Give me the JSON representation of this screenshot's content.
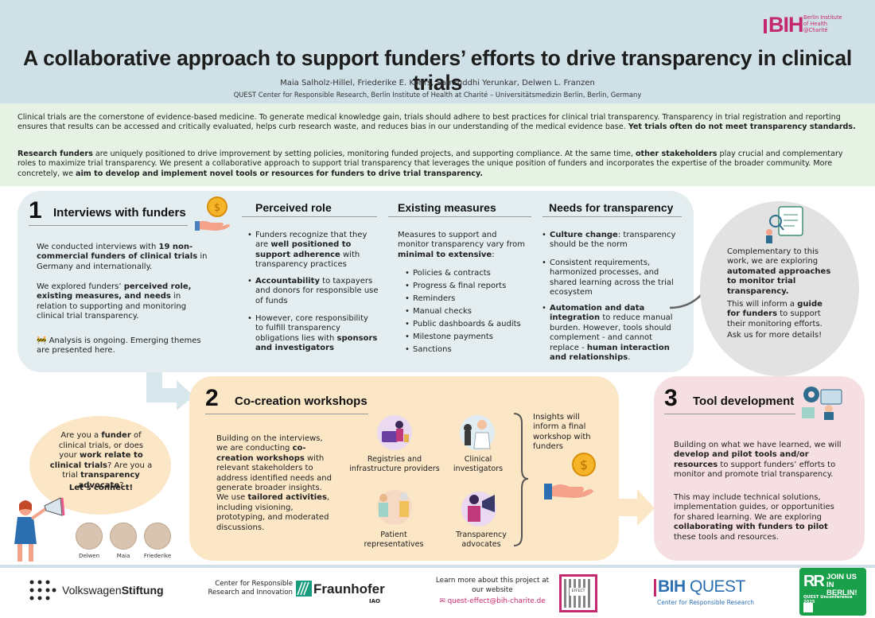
{
  "header": {
    "title": "A collaborative approach to support funders’ efforts to drive transparency in clinical trials",
    "authors": "Maia Salholz-Hillel, Friederike E. Kohrs, Samruddhi Yerunkar, Delwen L. Franzen",
    "affiliation": "QUEST Center for Responsible Research, Berlin Institute of Health at Charité – Universitätsmedizin Berlin, Berlin, Germany",
    "logo_word": "BIH",
    "logo_sub": [
      "Berlin Institute",
      "of Health",
      "@Charité"
    ]
  },
  "intro": {
    "p1": "Clinical trials are the cornerstone of evidence-based medicine. To generate medical knowledge gain, trials should adhere to best practices for clinical trial transparency. Transparency in trial registration and reporting ensures that results can be accessed and critically evaluated, helps curb research waste, and reduces bias in our understanding of the medical evidence base.",
    "p1_bold": "Yet trials often do not meet transparency standards.",
    "p2_bold_a": "Research funders",
    "p2_a": " are uniquely positioned to drive improvement by setting policies, monitoring funded projects, and supporting compliance. At the same time, ",
    "p2_bold_b": "other stakeholders",
    "p2_b": " play crucial and complementary roles to maximize trial transparency. We present a collaborative approach to support trial transparency that leverages the unique position of funders and incorporates the expertise of the broader community. More concretely, we ",
    "p2_bold_c": "aim to develop and implement novel tools or resources for funders to drive trial transparency."
  },
  "section1": {
    "number": "1",
    "title": "Interviews with funders",
    "p1_a": "We conducted interviews with ",
    "p1_bold": "19 non-commercial funders of clinical trials",
    "p1_b": " in Germany and internationally.",
    "p2_a": "We explored funders’ ",
    "p2_bold": "perceived role, existing measures, and needs",
    "p2_b": " in relation to supporting and monitoring clinical trial transparency.",
    "p3": "🚧 Analysis is ongoing. Emerging themes are presented here.",
    "col_role": {
      "title": "Perceived role",
      "b1_a": "Funders recognize that they are ",
      "b1_bold": "well positioned to support adherence",
      "b1_b": " with transparency practices",
      "b2_bold": "Accountability",
      "b2_b": " to taxpayers and donors for responsible use of funds",
      "b3_a": "However, core responsibility to fulfill transparency obligations lies with ",
      "b3_bold": "sponsors and investigators"
    },
    "col_measures": {
      "title": "Existing measures",
      "intro_a": "Measures to support and monitor transparency vary from ",
      "intro_bold": "minimal to extensive",
      "intro_b": ":",
      "items": [
        "Policies & contracts",
        "Progress & final reports",
        "Reminders",
        "Manual checks",
        "Public dashboards & audits",
        "Milestone payments",
        "Sanctions"
      ]
    },
    "col_needs": {
      "title": "Needs for transparency",
      "b1_bold": "Culture change",
      "b1_b": ": transparency should be the norm",
      "b2": "Consistent requirements, harmonized processes, and shared learning across the trial ecosystem",
      "b3_bold": "Automation and data integration",
      "b3_b": " to reduce manual burden. However, tools should complement - and cannot replace - ",
      "b3_bold2": "human interaction and relationships",
      "b3_c": "."
    }
  },
  "circle": {
    "p1_a": "Complementary to this work, we are exploring ",
    "p1_bold": "automated approaches to monitor trial transparency.",
    "p2_a": "This will inform a ",
    "p2_bold": "guide for funders",
    "p2_b": " to support their monitoring efforts.",
    "p3": "Ask us for more details!"
  },
  "section2": {
    "number": "2",
    "title": "Co-creation workshops",
    "text_a": "Building on the interviews, we are conducting ",
    "text_bold1": "co-creation workshops",
    "text_b": " with relevant stakeholders to address identified needs and generate broader insights. We use ",
    "text_bold2": "tailored activities",
    "text_c": ", including visioning, prototyping, and moderated discussions.",
    "stakeholders": [
      "Registries and infrastructure providers",
      "Clinical investigators",
      "Patient representatives",
      "Transparency advocates"
    ],
    "insights": "Insights will inform a final workshop with funders"
  },
  "section3": {
    "number": "3",
    "title": "Tool development",
    "p1_a": "Building on what we have learned, we will ",
    "p1_bold": "develop and pilot tools and/or resources",
    "p1_b": " to support funders’ efforts to monitor and promote trial transparency.",
    "p2_a": "This may include technical solutions, implementation guides, or opportunities for shared learning. We are exploring ",
    "p2_bold": "collaborating with funders to pilot",
    "p2_b": " these tools and resources."
  },
  "bubble": {
    "text_a": "Are you a ",
    "text_bold1": "funder",
    "text_b": " of clinical trials, or does your ",
    "text_bold2": "work relate to clinical trials",
    "text_c": "? Are you a trial ",
    "text_bold3": "transparency advocate",
    "text_d": "?",
    "connect": "Let’s connect!",
    "people": [
      "Delwen",
      "Maia",
      "Friederike"
    ]
  },
  "footer": {
    "vw_a": "Volkswagen",
    "vw_b": "Stiftung",
    "crr": "Center for Responsible Research and Innovation",
    "fraunhofer": "Fraunhofer",
    "iao": "IAO",
    "learn": "Learn more about this project at our website",
    "email": "quest-effect@bih-charite.de",
    "qr_label": "EFFECT",
    "quest_a": "BIH",
    "quest_b": "QUEST",
    "quest_sub": "Center for Responsible Research",
    "rr_logo": "RR",
    "rr_line1": "JOIN US",
    "rr_line2": "IN BERLIN!",
    "rr_line3": "QUEST Unconference 2025"
  },
  "colors": {
    "header_bg": "#cfe0e6",
    "intro_bg": "#e5f2e4",
    "sec1_bg": "#e4edf0",
    "sec2_bg": "#fbe6c6",
    "sec3_bg": "#f6dfe2",
    "accent_pink": "#c4286e",
    "fraunhofer_green": "#179c7d",
    "rr_green": "#1aa04b"
  }
}
